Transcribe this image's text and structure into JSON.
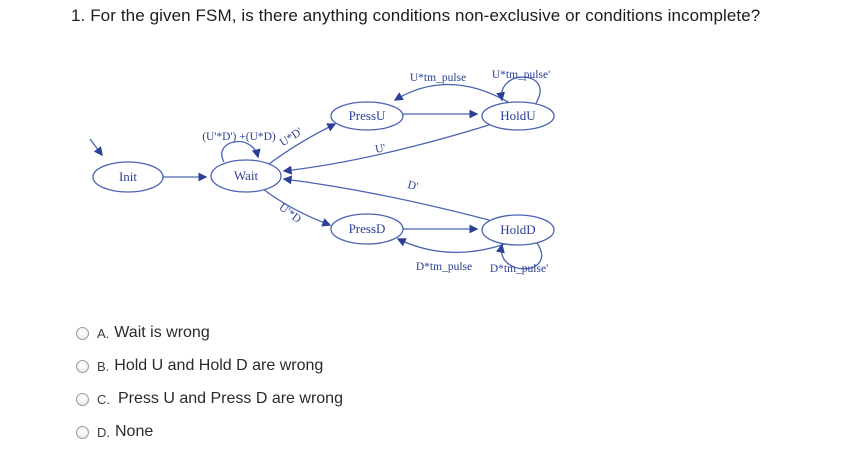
{
  "question": {
    "text": "1. For the given FSM, is there anything conditions non-exclusive or conditions incomplete?"
  },
  "diagram": {
    "line_color": "#4a63b2",
    "text_color": "#2b3f96",
    "states": {
      "init": "Init",
      "wait": "Wait",
      "pressu": "PressU",
      "holdu": "HoldU",
      "pressd": "PressD",
      "holdd": "HoldD"
    },
    "edges": {
      "wait_self": "(U'*D') +(U*D)",
      "wait_to_pressu": "U*D'",
      "holdu_to_pressu": "U*tm_pulse",
      "holdu_self": "U*tm_pulse'",
      "holdu_to_wait": "U'",
      "holdd_to_wait": "D'",
      "wait_to_pressd": "U'*D",
      "holdd_to_pressd": "D*tm_pulse",
      "holdd_self": "D*tm_pulse'"
    }
  },
  "options": [
    {
      "letter": "A.",
      "text": "Wait is wrong"
    },
    {
      "letter": "B.",
      "text": "Hold U and Hold D are wrong"
    },
    {
      "letter": "C.",
      "text": "Press U and Press D are wrong"
    },
    {
      "letter": "D.",
      "text": "None"
    }
  ]
}
